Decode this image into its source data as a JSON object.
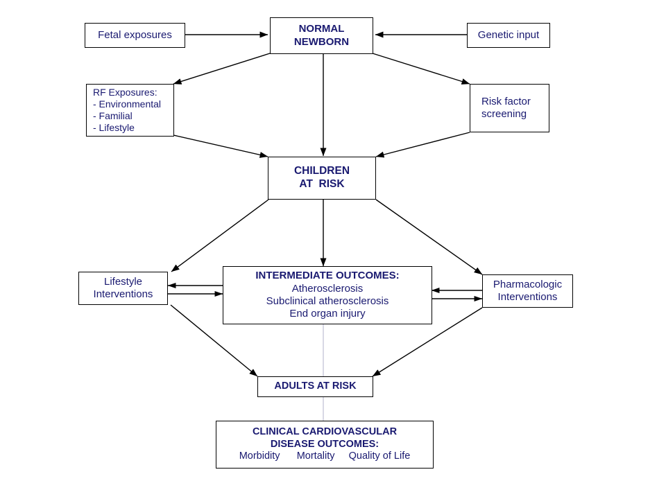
{
  "diagram": {
    "title": "Cardiovascular risk life-course flow diagram",
    "text_color": "#191970",
    "line_color": "#000000",
    "background": "#ffffff",
    "nodes": [
      {
        "id": "fetal-exposures",
        "name": "fetal-exposures-box",
        "lines": [
          "Fetal exposures"
        ]
      },
      {
        "id": "normal-newborn",
        "name": "normal-newborn-box",
        "lines": [
          "NORMAL",
          "NEWBORN"
        ]
      },
      {
        "id": "genetic-input",
        "name": "genetic-input-box",
        "lines": [
          "Genetic input"
        ]
      },
      {
        "id": "rf-exposures",
        "name": "rf-exposures-box",
        "lines": [
          "RF Exposures:",
          "- Environmental",
          "- Familial",
          "- Lifestyle"
        ]
      },
      {
        "id": "risk-factor-screening",
        "name": "risk-factor-screening-box",
        "lines": [
          "Risk factor",
          "screening"
        ]
      },
      {
        "id": "children-at-risk",
        "name": "children-at-risk-box",
        "lines": [
          "CHILDREN",
          "AT  RISK"
        ]
      },
      {
        "id": "lifestyle-interventions",
        "name": "lifestyle-interventions-box",
        "lines": [
          "Lifestyle",
          "Interventions"
        ]
      },
      {
        "id": "intermediate-outcomes",
        "name": "intermediate-outcomes-box",
        "heading": "INTERMEDIATE OUTCOMES:",
        "lines": [
          "Atherosclerosis",
          "Subclinical atherosclerosis",
          "End organ injury"
        ]
      },
      {
        "id": "pharmacologic-interventions",
        "name": "pharmacologic-interventions-box",
        "lines": [
          "Pharmacologic",
          "Interventions"
        ]
      },
      {
        "id": "adults-at-risk",
        "name": "adults-at-risk-box",
        "lines": [
          "ADULTS AT RISK"
        ]
      },
      {
        "id": "clinical-outcomes",
        "name": "clinical-cardiovascular-disease-outcomes-box",
        "heading_line1": "CLINICAL CARDIOVASCULAR",
        "heading_line2": "DISEASE OUTCOMES:",
        "lines": [
          "Morbidity      Mortality     Quality of Life"
        ]
      }
    ],
    "edges": [
      {
        "name": "edge-fetal-exposures-to-normal-newborn",
        "from": "fetal-exposures",
        "to": "normal-newborn",
        "arrow": "end"
      },
      {
        "name": "edge-genetic-input-to-normal-newborn",
        "from": "genetic-input",
        "to": "normal-newborn",
        "arrow": "end"
      },
      {
        "name": "edge-normal-newborn-to-rf-exposures",
        "from": "normal-newborn",
        "to": "rf-exposures",
        "arrow": "end"
      },
      {
        "name": "edge-normal-newborn-to-risk-factor-screening",
        "from": "normal-newborn",
        "to": "risk-factor-screening",
        "arrow": "end"
      },
      {
        "name": "edge-normal-newborn-to-children-at-risk",
        "from": "normal-newborn",
        "to": "children-at-risk",
        "arrow": "end"
      },
      {
        "name": "edge-rf-exposures-to-children-at-risk",
        "from": "rf-exposures",
        "to": "children-at-risk",
        "arrow": "end"
      },
      {
        "name": "edge-risk-factor-screening-to-children-at-risk",
        "from": "risk-factor-screening",
        "to": "children-at-risk",
        "arrow": "end"
      },
      {
        "name": "edge-children-at-risk-to-lifestyle-interventions",
        "from": "children-at-risk",
        "to": "lifestyle-interventions",
        "arrow": "end"
      },
      {
        "name": "edge-children-at-risk-to-intermediate-outcomes",
        "from": "children-at-risk",
        "to": "intermediate-outcomes",
        "arrow": "end"
      },
      {
        "name": "edge-children-at-risk-to-pharmacologic-interventions",
        "from": "children-at-risk",
        "to": "pharmacologic-interventions",
        "arrow": "end"
      },
      {
        "name": "edge-lifestyle-interventions-intermediate-outcomes-bidirectional",
        "from": "lifestyle-interventions",
        "to": "intermediate-outcomes",
        "arrow": "both"
      },
      {
        "name": "edge-pharmacologic-interventions-intermediate-outcomes-bidirectional",
        "from": "pharmacologic-interventions",
        "to": "intermediate-outcomes",
        "arrow": "both"
      },
      {
        "name": "edge-lifestyle-interventions-to-adults-at-risk",
        "from": "lifestyle-interventions",
        "to": "adults-at-risk",
        "arrow": "end"
      },
      {
        "name": "edge-intermediate-outcomes-to-adults-at-risk",
        "from": "intermediate-outcomes",
        "to": "adults-at-risk",
        "arrow": "none"
      },
      {
        "name": "edge-pharmacologic-interventions-to-adults-at-risk",
        "from": "pharmacologic-interventions",
        "to": "adults-at-risk",
        "arrow": "end"
      },
      {
        "name": "edge-adults-at-risk-to-clinical-outcomes",
        "from": "adults-at-risk",
        "to": "clinical-outcomes",
        "arrow": "none"
      }
    ]
  }
}
